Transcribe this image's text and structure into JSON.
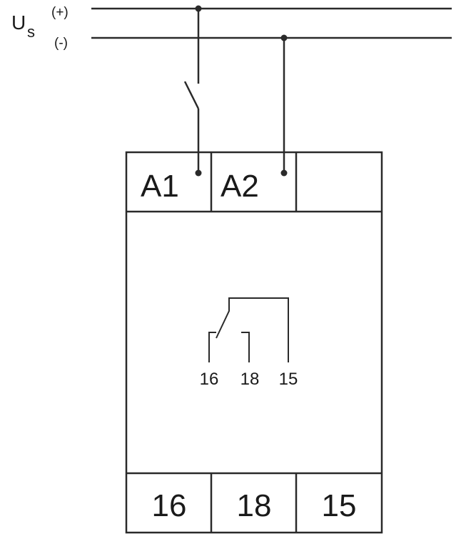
{
  "supply": {
    "label": "U",
    "subscript": "s",
    "plus": "(+)",
    "minus": "(-)"
  },
  "top_terminals": [
    "A1",
    "A2",
    ""
  ],
  "bottom_terminals": [
    "16",
    "18",
    "15"
  ],
  "contact_labels": [
    "16",
    "18",
    "15"
  ],
  "colors": {
    "line": "#2a2a2a",
    "background": "#ffffff"
  }
}
